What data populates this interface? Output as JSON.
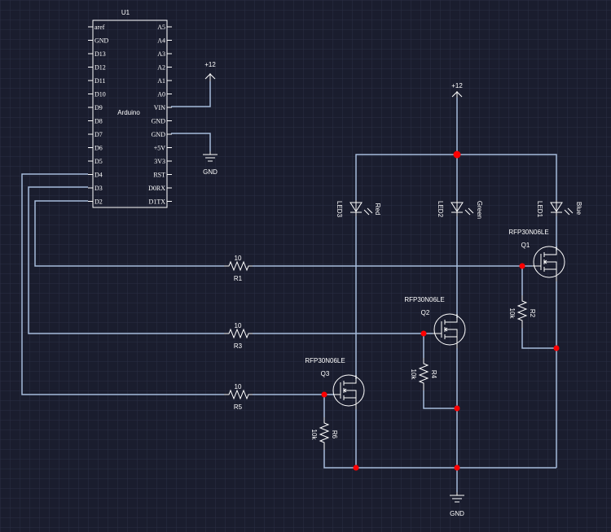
{
  "arduino": {
    "ref": "U1",
    "name": "Arduino",
    "left_pins": [
      "aref",
      "GND",
      "D13",
      "D12",
      "D11",
      "D10",
      "D9",
      "D8",
      "D7",
      "D6",
      "D5",
      "D4",
      "D3",
      "D2"
    ],
    "right_pins": [
      "A5",
      "A4",
      "A3",
      "A2",
      "A1",
      "A0",
      "VIN",
      "GND",
      "GND",
      "+5V",
      "3V3",
      "RST",
      "D0RX",
      "D1TX"
    ]
  },
  "power": {
    "vin_supply": "+12",
    "led_supply": "+12",
    "arduino_gnd": "GND",
    "main_gnd": "GND"
  },
  "leds": [
    {
      "ref": "LED3",
      "color": "Red"
    },
    {
      "ref": "LED2",
      "color": "Green"
    },
    {
      "ref": "LED1",
      "color": "Blue"
    }
  ],
  "gate_resistors": [
    {
      "ref": "R1",
      "value": "10"
    },
    {
      "ref": "R3",
      "value": "10"
    },
    {
      "ref": "R5",
      "value": "10"
    }
  ],
  "pulldown_resistors": [
    {
      "ref": "R2",
      "value": "10k"
    },
    {
      "ref": "R4",
      "value": "10k"
    },
    {
      "ref": "R6",
      "value": "10k"
    }
  ],
  "mosfets": [
    {
      "ref": "Q1",
      "part": "RFP30N06LE"
    },
    {
      "ref": "Q2",
      "part": "RFP30N06LE"
    },
    {
      "ref": "Q3",
      "part": "RFP30N06LE"
    }
  ],
  "colors": {
    "background": "#1a1d2e",
    "grid": "#2b2f44",
    "wire": "#a6bcdc",
    "junction": "#ff0000",
    "symbol": "#ffffff"
  }
}
